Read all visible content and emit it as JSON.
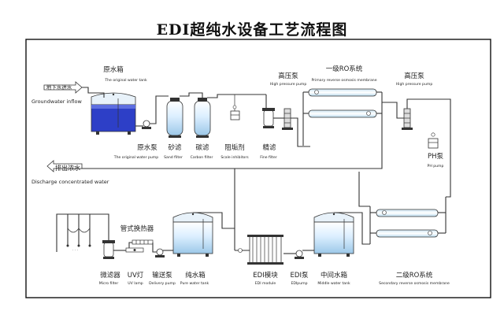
{
  "title": "EDI超纯水设备工艺流程图",
  "labels": {
    "raw_tank_cn": "原水箱",
    "raw_tank_en": "The original water tank",
    "ground_inflow_cn": "地下水进水",
    "ground_inflow_en": "Groundwater inflow",
    "discharge_cn": "排出浓水",
    "discharge_en": "Discharge concentrated water",
    "hp_pump1_cn": "高压泵",
    "hp_pump1_en": "High pressure pump",
    "ro1_cn": "一级RO系统",
    "ro1_en": "Primary reverse osmosis membrane",
    "hp_pump2_cn": "高压泵",
    "hp_pump2_en": "High pressure pump",
    "raw_pump_cn": "原水泵",
    "raw_pump_en": "The original water pump",
    "sand_cn": "砂滤",
    "sand_en": "Sand filter",
    "carbon_cn": "碳滤",
    "carbon_en": "Carbon filter",
    "scale_cn": "阻垢剂",
    "scale_en": "Scale inhibitors",
    "fine_cn": "精滤",
    "fine_en": "Fine filter",
    "ph_cn": "PH泵",
    "ph_en": "PH pump",
    "tube_hx_cn": "管式换热器",
    "micro_cn": "微滤器",
    "micro_en": "Micro filter",
    "uv_cn": "UV灯",
    "uv_en": "UV lamp",
    "delivery_cn": "输送泵",
    "delivery_en": "Delivery pump",
    "pure_cn": "纯水箱",
    "pure_en": "Pure water tank",
    "edi_cn": "EDI模块",
    "edi_en": "EDI module",
    "edi_pump_cn": "EDI泵",
    "edi_pump_en": "EDIpump",
    "middle_cn": "中间水箱",
    "middle_en": "Middle water tank",
    "ro2_cn": "二级RO系统",
    "ro2_en": "Secondary reverse osmosis membrane"
  },
  "colors": {
    "water_fill": "#2d3fc7",
    "water_light": "#c9e8f5",
    "line": "#333333"
  }
}
